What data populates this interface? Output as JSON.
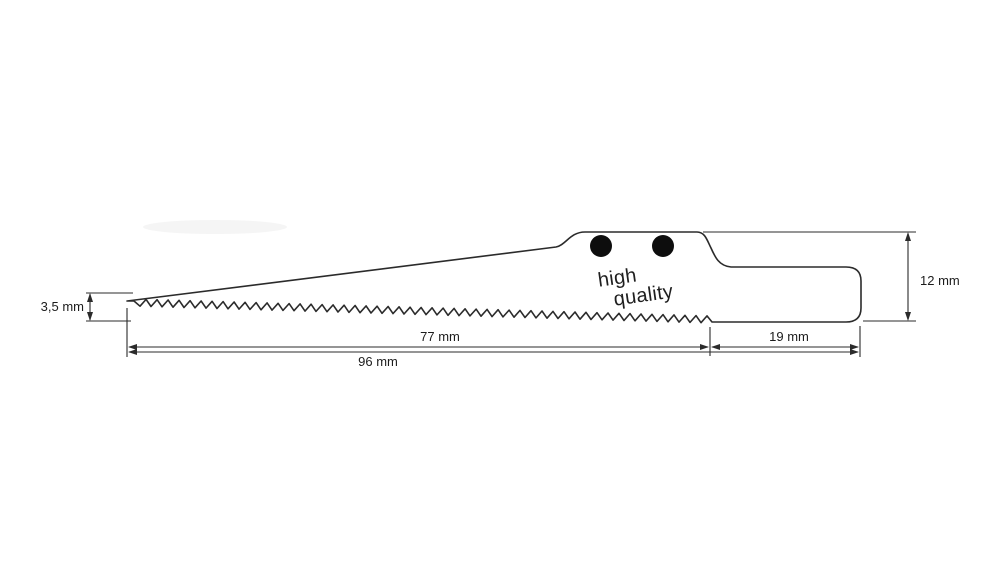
{
  "diagram": {
    "title": "saw blade technical drawing",
    "blade_text": {
      "line1": "high",
      "line2": "quality"
    },
    "dimensions": {
      "tip_height": "3,5 mm",
      "toothed_length": "77 mm",
      "total_length": "96 mm",
      "shank_length": "19 mm",
      "shank_height": "12 mm"
    },
    "colors": {
      "outline": "#2b2b2b",
      "hole": "#0d0d0d",
      "dimension_line": "#2b2b2b",
      "background": "#ffffff"
    }
  }
}
